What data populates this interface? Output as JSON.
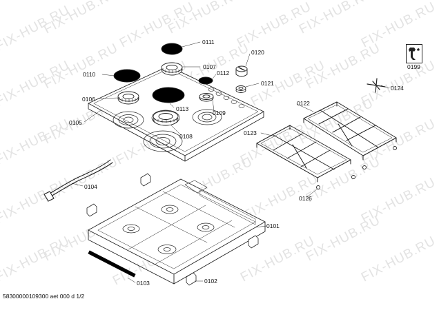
{
  "watermark": {
    "text": "FIX-HUB.RU",
    "color": "#e3e3e3"
  },
  "labels": {
    "p0111": "0111",
    "p0120": "0120",
    "p0199": "0199",
    "p0110": "0110",
    "p0107": "0107",
    "p0112": "0112",
    "p0121": "0121",
    "p0124": "0124",
    "p0106": "0106",
    "p0113": "0113",
    "p0109": "0109",
    "p0122": "0122",
    "p0105": "0105",
    "p0108": "0108",
    "p0123": "0123",
    "p0104": "0104",
    "p0126": "0126",
    "p0101": "0101",
    "p0103": "0103",
    "p0102": "0102"
  },
  "footer": {
    "text": "58300000109300 aet 000 d 1/2"
  },
  "icons": {
    "tool": "wrench-icon"
  }
}
